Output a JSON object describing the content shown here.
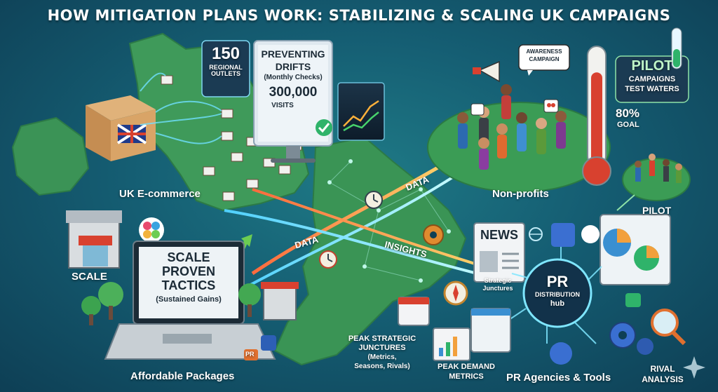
{
  "title": "HOW MITIGATION PLANS WORK: STABILIZING & SCALING UK CAMPAIGNS",
  "ecommerce": {
    "label": "UK E-commerce",
    "outlets_count": "150",
    "outlets_text": "REGIONAL OUTLETS"
  },
  "monitor": {
    "line1": "PREVENTING",
    "line2": "DRIFTS",
    "line3": "(Monthly Checks)",
    "visits": "300,000",
    "visits_label": "VISITS"
  },
  "flows": {
    "data_top": "DATA",
    "data_mid": "DATA",
    "insights": "INSIGHTS"
  },
  "nonprofits": {
    "label": "Non-profits",
    "awareness_line1": "AWARENESS",
    "awareness_line2": "CAMPAIGN",
    "thermometer_goal": "80%",
    "goal_label": "GOAL",
    "goal_fraction": 0.8,
    "pilot_title": "PILOT",
    "pilot_line1": "CAMPAIGNS",
    "pilot_line2": "TEST WATERS",
    "pilot_label": "PILOT"
  },
  "scale": {
    "label": "SCALE",
    "laptop_line1": "SCALE",
    "laptop_line2": "PROVEN",
    "laptop_line3": "TACTICS",
    "laptop_line4": "(Sustained Gains)",
    "packages_label": "Affordable Packages",
    "pr_tag": "PR"
  },
  "pr": {
    "news_label": "NEWS",
    "hub_title": "PR",
    "hub_line1": "DISTRIBUTION",
    "hub_line2": "hub",
    "strategic_line1": "Strategic",
    "strategic_line2": "Junctures",
    "peak_line1": "PEAK STRATEGIC",
    "peak_line2": "JUNCTURES",
    "peak_line3": "(Metrics,",
    "peak_line4": "Seasons, Rivals)",
    "demand_line1": "PEAK DEMAND",
    "demand_line2": "METRICS",
    "agencies_label": "PR Agencies & Tools",
    "rival_line1": "RIVAL",
    "rival_line2": "ANALYSIS"
  },
  "colors": {
    "bg": "#155e73",
    "map": "#3f9a5a",
    "flow_orange": "#f2a03d",
    "flow_cyan": "#7fe6ff",
    "accent_red": "#d8412f"
  }
}
